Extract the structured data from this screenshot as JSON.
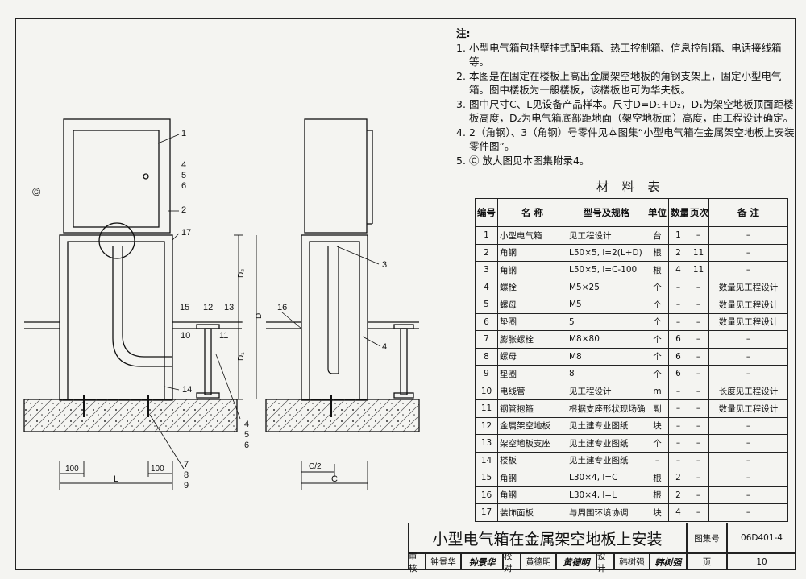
{
  "notes": {
    "title": "注:",
    "items": [
      {
        "num": "1.",
        "text": "小型电气箱包括壁挂式配电箱、热工控制箱、信息控制箱、电话接线箱等。"
      },
      {
        "num": "2.",
        "text": "本图是在固定在楼板上高出金属架空地板的角钢支架上，固定小型电气箱。图中楼板为一般楼板，该楼板也可为华夫板。"
      },
      {
        "num": "3.",
        "text": "图中尺寸C、L见设备产品样本。尺寸D=D₁+D₂，D₁为架空地板顶面距楼板高度，D₂为电气箱底部距地面（架空地板面）高度，由工程设计确定。"
      },
      {
        "num": "4.",
        "text": "2（角钢）、3（角钢）号零件见本图集“小型电气箱在金属架空地板上安装零件图”。"
      },
      {
        "num": "5.",
        "text": "Ⓒ 放大图见本图集附录4。"
      }
    ]
  },
  "material_table": {
    "title": "材 料 表",
    "headers": [
      "编号",
      "名 称",
      "型号及规格",
      "单位",
      "数量",
      "页次",
      "备 注"
    ],
    "rows": [
      [
        "1",
        "小型电气箱",
        "见工程设计",
        "台",
        "1",
        "–",
        "–"
      ],
      [
        "2",
        "角钢",
        "L50×5, l=2(L+D)",
        "根",
        "2",
        "11",
        "–"
      ],
      [
        "3",
        "角钢",
        "L50×5, l=C-100",
        "根",
        "4",
        "11",
        "–"
      ],
      [
        "4",
        "螺栓",
        "M5×25",
        "个",
        "–",
        "–",
        "数量见工程设计"
      ],
      [
        "5",
        "螺母",
        "M5",
        "个",
        "–",
        "–",
        "数量见工程设计"
      ],
      [
        "6",
        "垫圈",
        "5",
        "个",
        "–",
        "–",
        "数量见工程设计"
      ],
      [
        "7",
        "膨胀螺栓",
        "M8×80",
        "个",
        "6",
        "–",
        "–"
      ],
      [
        "8",
        "螺母",
        "M8",
        "个",
        "6",
        "–",
        "–"
      ],
      [
        "9",
        "垫圈",
        "8",
        "个",
        "6",
        "–",
        "–"
      ],
      [
        "10",
        "电线管",
        "见工程设计",
        "m",
        "–",
        "–",
        "长度见工程设计"
      ],
      [
        "11",
        "钢管抱箍",
        "根据支座形状现场确定",
        "副",
        "–",
        "–",
        "数量见工程设计"
      ],
      [
        "12",
        "金属架空地板",
        "见土建专业图纸",
        "块",
        "–",
        "–",
        "–"
      ],
      [
        "13",
        "架空地板支座",
        "见土建专业图纸",
        "个",
        "–",
        "–",
        "–"
      ],
      [
        "14",
        "楼板",
        "见土建专业图纸",
        "–",
        "–",
        "–",
        "–"
      ],
      [
        "15",
        "角钢",
        "L30×4, l=C",
        "根",
        "2",
        "–",
        "–"
      ],
      [
        "16",
        "角钢",
        "L30×4, l=L",
        "根",
        "2",
        "–",
        "–"
      ],
      [
        "17",
        "装饰面板",
        "与周围环境协调",
        "块",
        "4",
        "–",
        "–"
      ]
    ]
  },
  "title_block": {
    "drawing_title": "小型电气箱在金属架空地板上安装",
    "atlas_label": "图集号",
    "atlas_no": "06D401-4",
    "reviewer_label": "审核",
    "reviewer": "钟景华",
    "checker_label": "校对",
    "checker": "黄德明",
    "designer_label": "设计",
    "designer": "韩树强",
    "page_label": "页",
    "page_no": "10"
  },
  "drawing": {
    "front_labels": [
      "1",
      "4",
      "5",
      "6",
      "2",
      "17",
      "15",
      "12",
      "13",
      "10",
      "11",
      "14",
      "4",
      "5",
      "6",
      "7",
      "8",
      "9"
    ],
    "side_labels": [
      "3",
      "16",
      "4"
    ],
    "detail_mark": "©",
    "dims": {
      "d2": "D₂",
      "d": "D",
      "d1": "D₁",
      "hundred_left": "100",
      "hundred_right": "100",
      "l": "L",
      "c_half": "C/2",
      "c": "C"
    }
  }
}
